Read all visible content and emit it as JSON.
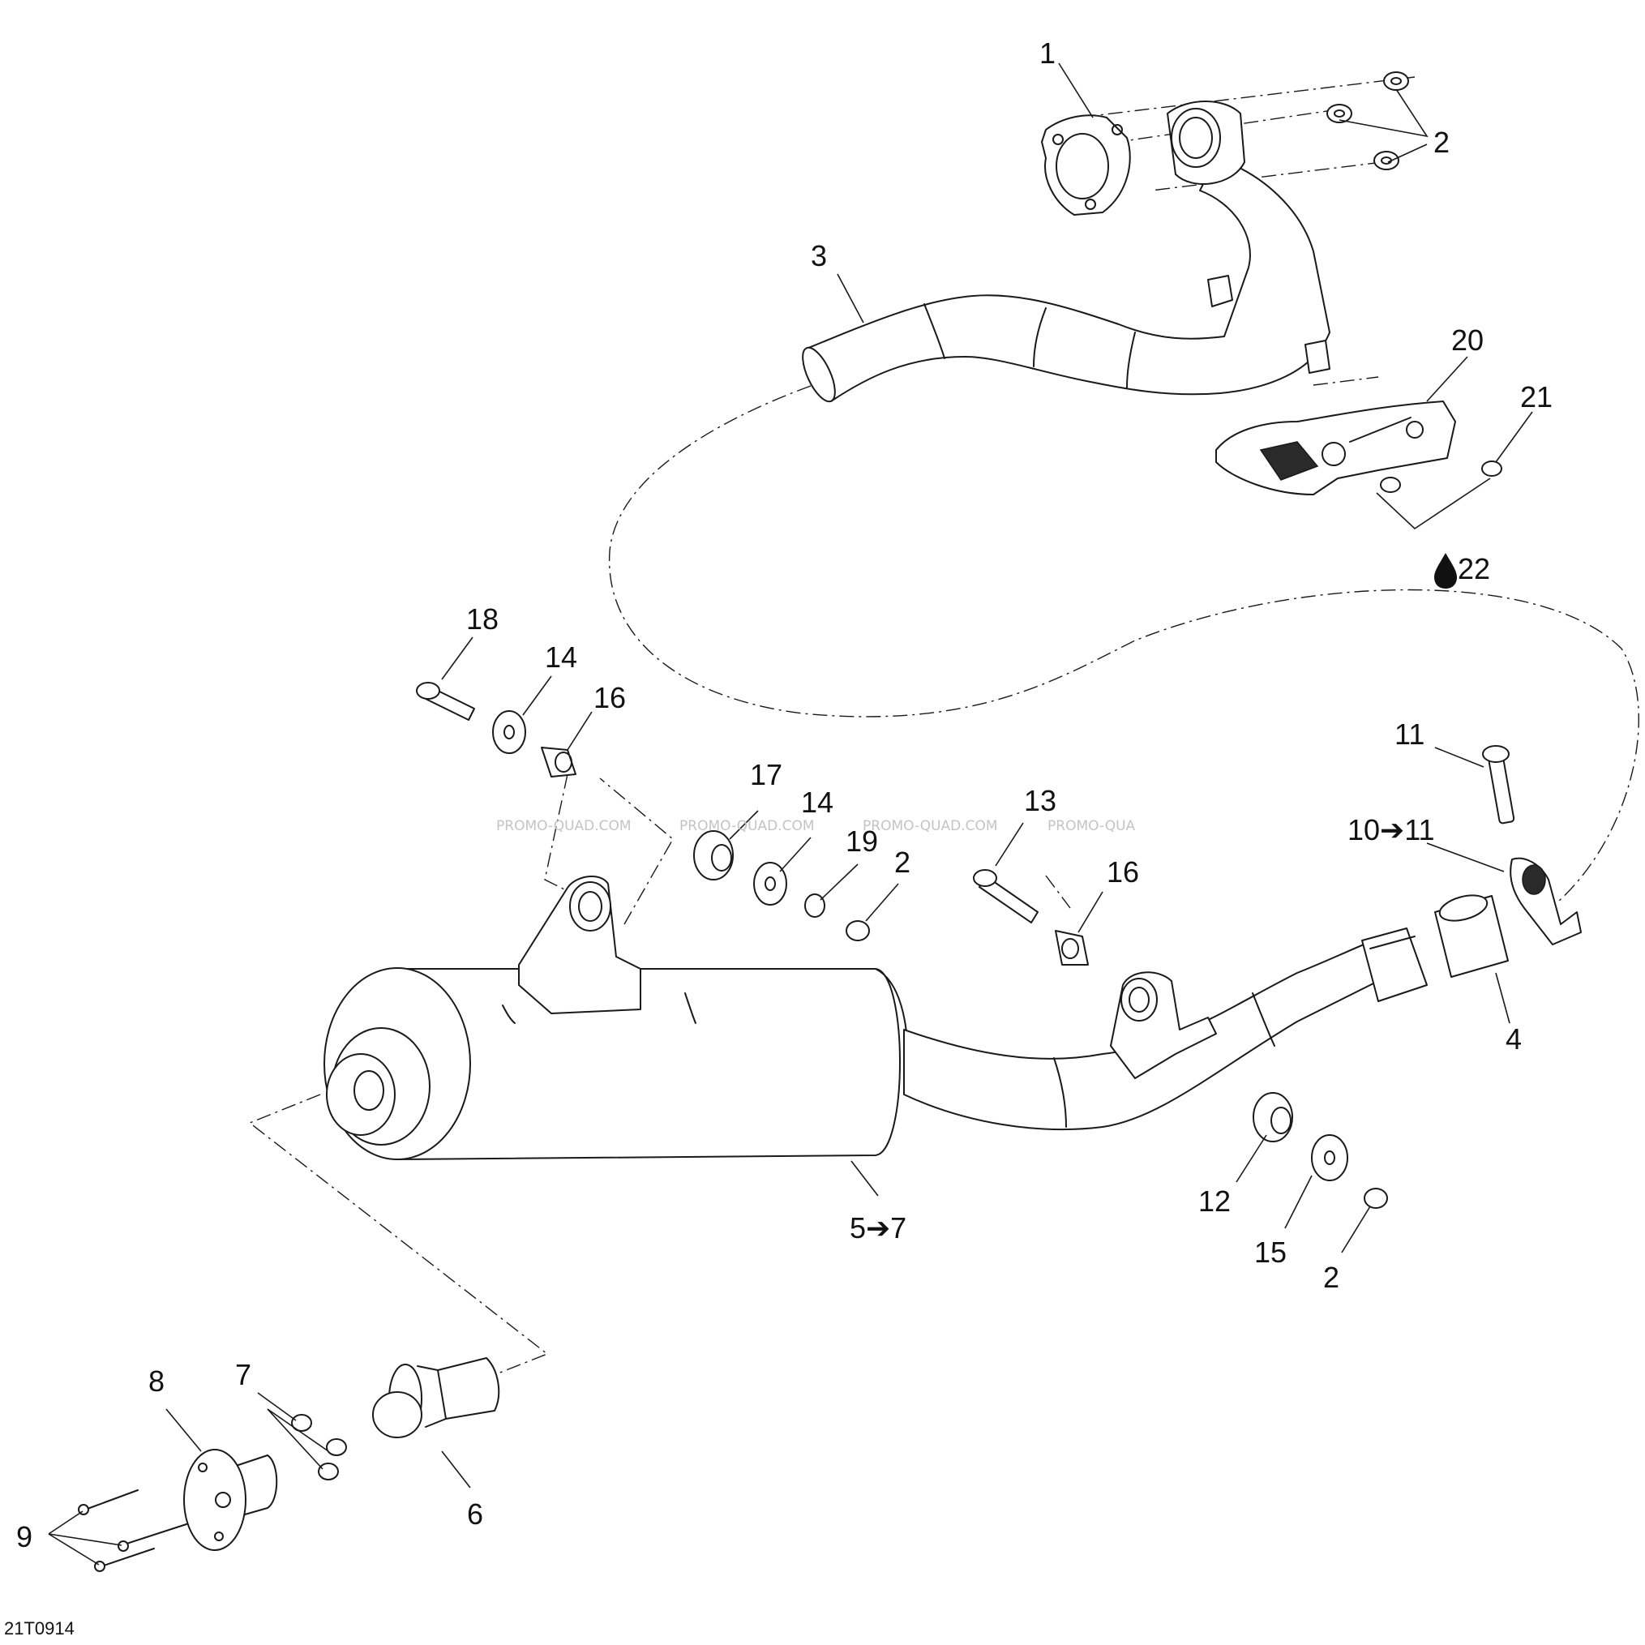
{
  "callouts": {
    "c1": "1",
    "c2_top": "2",
    "c3": "3",
    "c20": "20",
    "c21": "21",
    "c22": "22",
    "c18": "18",
    "c14_left": "14",
    "c16_left": "16",
    "c17": "17",
    "c14_mid": "14",
    "c19": "19",
    "c2_mid": "2",
    "c13": "13",
    "c16_right": "16",
    "c11": "11",
    "c10_11": "10➔11",
    "c4": "4",
    "c12": "12",
    "c15": "15",
    "c2_bottom": "2",
    "c5_7": "5➔7",
    "c8": "8",
    "c7": "7",
    "c6": "6",
    "c9": "9"
  },
  "watermarks": {
    "w1": "PROMO-QUAD.COM",
    "w2": "PROMO-QUAD.COM",
    "w3": "PROMO-QUAD.COM",
    "w4": "PROMO-QUA"
  },
  "drawing_id": "21T0914",
  "icons": {
    "loctite_drop": "drop-icon"
  }
}
